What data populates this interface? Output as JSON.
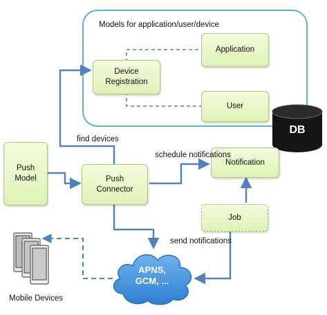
{
  "diagram": {
    "container_title": "Models for application/user/device",
    "nodes": {
      "application": "Application",
      "device_registration": "Device\nRegistration",
      "user": "User",
      "db": "DB",
      "push_model": "Push\nModel",
      "push_connector": "Push\nConnector",
      "notification": "Notification",
      "job": "Job",
      "apns": "APNS,\nGCM, ..."
    },
    "edge_labels": {
      "find_devices": "find devices",
      "schedule_notifications": "schedule notifications",
      "send_notifications": "send notifications"
    },
    "mobile_devices_label": "Mobile Devices",
    "colors": {
      "box_fill": "#e6f5c6",
      "box_border": "#a9c97e",
      "arrow": "#4f81bd",
      "container_border": "#5cb3c9",
      "cloud_fill": "#3f8fdb",
      "db_fill": "#111111"
    }
  }
}
